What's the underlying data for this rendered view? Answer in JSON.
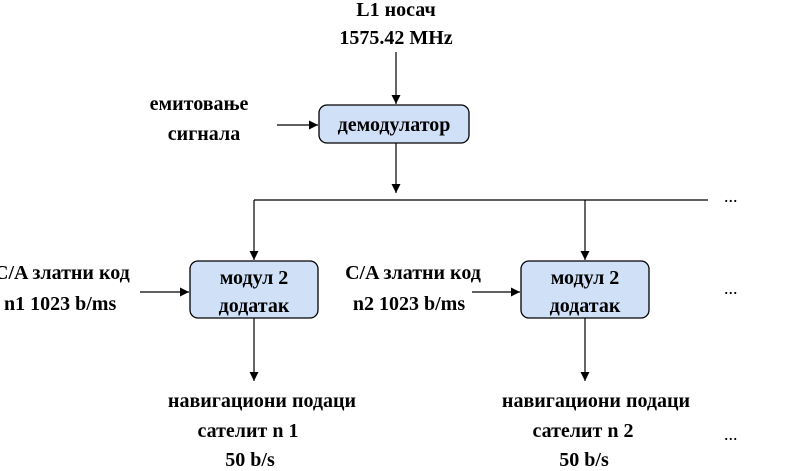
{
  "carrier": {
    "line1": "L1 носач",
    "line2": "1575.42 MHz"
  },
  "broadcast": {
    "line1": "емитовање",
    "line2": "сигнала"
  },
  "demodulator": {
    "label": "демодулатор"
  },
  "channels": [
    {
      "code_line1": "C/A златни код",
      "code_line2": "n1 1023 b/ms",
      "adder_line1": "модул 2",
      "adder_line2": "додатак",
      "out_line1": "навигациони подаци",
      "out_line2": "сателит n 1",
      "out_line3": "50 b/s"
    },
    {
      "code_line1": "C/A златни код",
      "code_line2": "n2 1023 b/ms",
      "adder_line1": "модул 2",
      "adder_line2": "додатак",
      "out_line1": "навигациони подаци",
      "out_line2": "сателит n 2",
      "out_line3": "50 b/s"
    }
  ],
  "ellipsis": "...",
  "colors": {
    "box_fill": "#cfe0f7",
    "line": "#000000"
  }
}
